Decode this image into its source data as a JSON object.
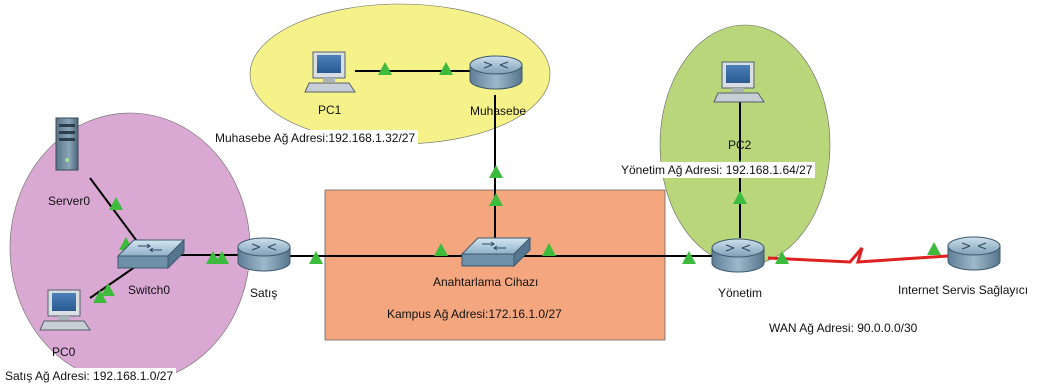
{
  "areas": {
    "satis": {
      "color": "#d9a9d4"
    },
    "muhasebe": {
      "color": "#f6f28a"
    },
    "yonetim": {
      "color": "#b9d77a"
    },
    "kampus": {
      "color": "#f4a77f"
    }
  },
  "colors": {
    "link": "#000000",
    "wan_link": "#e02020",
    "port_led": "#3dbb3d"
  },
  "devices": {
    "server0": {
      "label": "Server0",
      "icon": "server-icon"
    },
    "switch0": {
      "label": "Switch0",
      "icon": "switch-icon"
    },
    "pc0": {
      "label": "PC0",
      "icon": "pc-icon"
    },
    "satis_router": {
      "label": "Satış",
      "icon": "router-icon"
    },
    "pc1": {
      "label": "PC1",
      "icon": "pc-icon"
    },
    "muhasebe_router": {
      "label": "Muhasebe",
      "icon": "router-icon"
    },
    "core_switch": {
      "label": "Anahtarlama Cihazı",
      "icon": "switch-icon"
    },
    "pc2": {
      "label": "PC2",
      "icon": "pc-icon"
    },
    "yonetim_router": {
      "label": "Yönetim",
      "icon": "router-icon"
    },
    "isp_router": {
      "label": "Internet Servis Sağlayıcı",
      "icon": "router-icon"
    }
  },
  "address_labels": {
    "satis": "Satış Ağ Adresi: 192.168.1.0/27",
    "muhasebe": "Muhasebe Ağ Adresi:192.168.1.32/27",
    "yonetim": "Yönetim Ağ Adresi: 192.168.1.64/27",
    "kampus": "Kampus Ağ Adresi:172.16.1.0/27",
    "wan": "WAN Ağ Adresi: 90.0.0.0/30"
  }
}
